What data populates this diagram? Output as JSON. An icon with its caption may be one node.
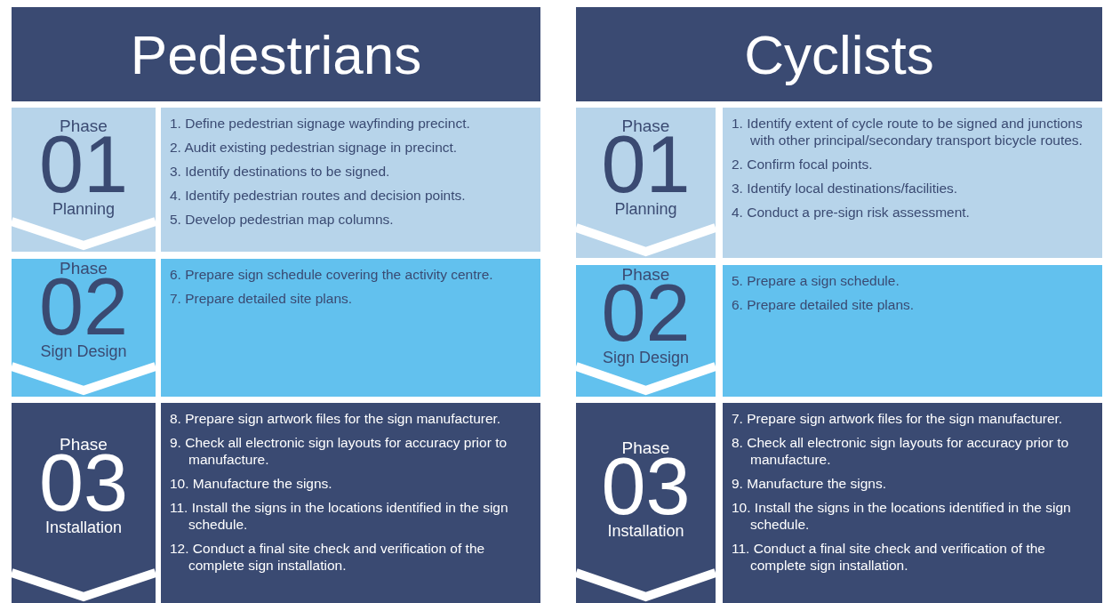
{
  "diagram": {
    "nodes": [
      {
        "text": [
          "Pedestrians"
        ]
      },
      {
        "text": [
          "Phase",
          "01",
          "Planning"
        ]
      },
      {
        "text": [
          "1. Define pedestrian signage wayfinding precinct.",
          "2. Audit existing pedestrian signage in precinct.",
          "3. Identify destinations to be signed.",
          "4. Identify pedestrian routes and decision points.",
          "5. Develop pedestrian map columns."
        ]
      },
      {
        "text": [
          "Phase",
          "02",
          "Sign Design"
        ]
      },
      {
        "text": [
          "6. Prepare sign schedule covering the activity centre.",
          "7. Prepare detailed site plans."
        ]
      },
      {
        "text": [
          "Phase",
          "03",
          "Installation"
        ]
      },
      {
        "text": [
          "8. Prepare sign artwork files for the sign manufacturer.",
          "9. Check all electronic sign layouts for accuracy prior to manufacture.",
          "10. Manufacture the signs.",
          "11. Install the signs in the locations identified in the sign schedule.",
          "12. Conduct a final site check and verification of the complete sign installation."
        ]
      },
      {
        "text": [
          "Cyclists"
        ]
      },
      {
        "text": [
          "Phase",
          "01",
          "Planning"
        ]
      },
      {
        "text": [
          "1. Identify extent of cycle route to be signed and junctions with other principal/secondary transport bicycle routes.",
          "2. Confirm focal points.",
          "3. Identify local destinations/facilities.",
          "4. Conduct a pre-sign risk assessment."
        ]
      },
      {
        "text": [
          "Phase",
          "02",
          "Sign Design"
        ]
      },
      {
        "text": [
          "5. Prepare a sign schedule.",
          "6. Prepare detailed site plans."
        ]
      },
      {
        "text": [
          "Phase",
          "03",
          "Installation"
        ]
      },
      {
        "text": [
          "7. Prepare sign artwork files for the sign manufacturer.",
          "8. Check all electronic sign layouts for accuracy prior to manufacture.",
          "9. Manufacture the signs.",
          "10. Install the signs in the locations identified in the sign schedule.",
          "11. Conduct a final site check and verification of the complete sign installation."
        ]
      }
    ]
  }
}
